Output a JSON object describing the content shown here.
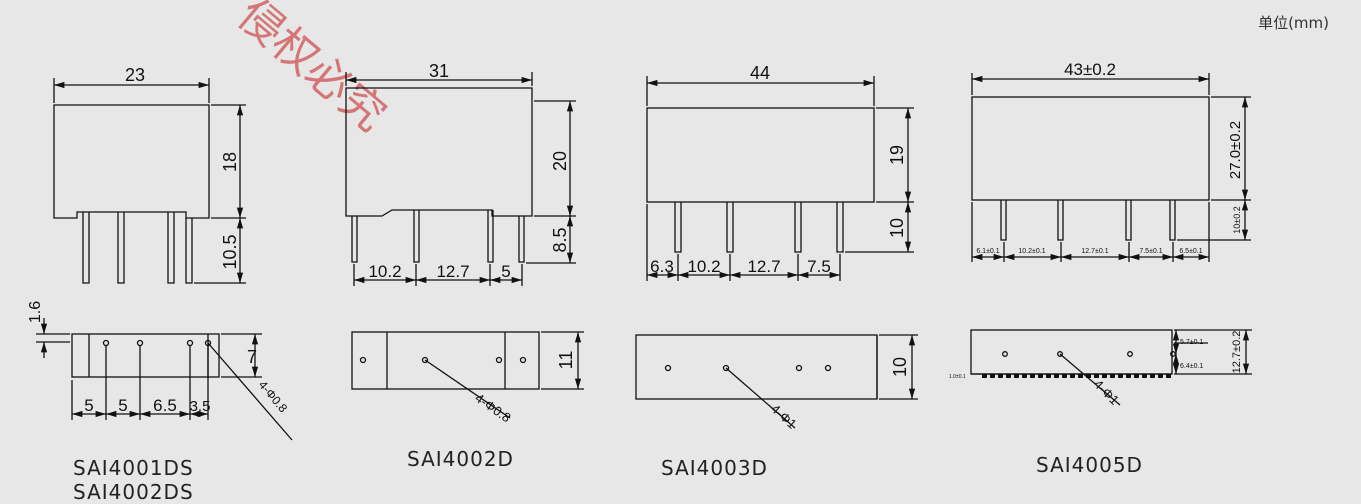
{
  "unit_label": "单位(mm)",
  "watermark": "侵权必究",
  "colors": {
    "background": "#e6e7e6",
    "line": "#111111",
    "watermark": "#c41a1a"
  },
  "parts": [
    {
      "labels": [
        "SAI4001DS",
        "SAI4002DS"
      ],
      "front": {
        "width": "23",
        "height": "18",
        "pin_length": "10.5"
      },
      "bottom": {
        "thickness": "1.6",
        "depth": "7",
        "pitches": [
          "5",
          "5",
          "6.5",
          "3.5"
        ],
        "hole": "4-Φ0.8"
      }
    },
    {
      "labels": [
        "SAI4002D"
      ],
      "front": {
        "width": "31",
        "height": "20",
        "pin_length": "8.5",
        "pitches": [
          "10.2",
          "12.7",
          "5"
        ]
      },
      "bottom": {
        "depth": "11",
        "hole": "4-Φ0.8"
      }
    },
    {
      "labels": [
        "SAI4003D"
      ],
      "front": {
        "width": "44",
        "height": "19",
        "pin_length": "10",
        "pitches": [
          "6.3",
          "10.2",
          "12.7",
          "7.5"
        ]
      },
      "bottom": {
        "depth": "10",
        "hole": "4-Φ1"
      }
    },
    {
      "labels": [
        "SAI4005D"
      ],
      "front": {
        "width": "43±0.2",
        "height": "27.0±0.2",
        "pin_length": "10±0.2",
        "pitches": [
          "6.1±0.1",
          "10.2±0.1",
          "12.7±0.1",
          "7.5±0.1",
          "6.5±0.1"
        ]
      },
      "bottom": {
        "thickness": "1.0±0.1",
        "depth": "12.7±0.2",
        "offset_top": "5.7±0.1",
        "offset_mid": "6.4±0.1",
        "hole": "4-Φ1"
      }
    }
  ]
}
